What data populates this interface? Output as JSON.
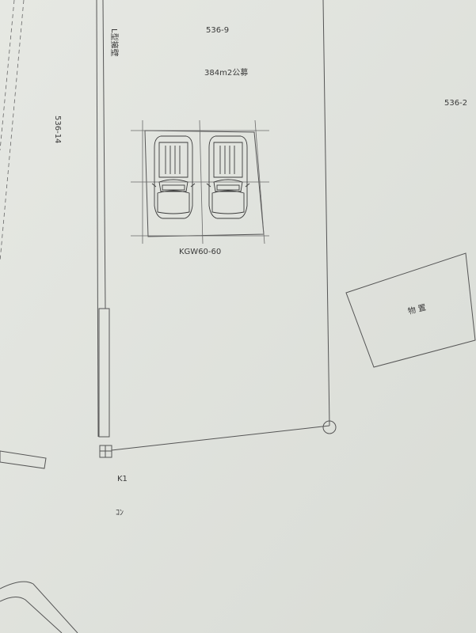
{
  "labels": {
    "lot_north": "536-9",
    "lot_area": "384m2公募",
    "lot_west": "536-14",
    "lot_east": "536-2",
    "wall_note": "L型擁壁",
    "carport_model": "KGW60-60",
    "shed": "物 置",
    "marker": "K1",
    "note": "ｺﾝ"
  },
  "parking": {
    "cars": [
      {
        "id": "car-1"
      },
      {
        "id": "car-2"
      }
    ]
  }
}
